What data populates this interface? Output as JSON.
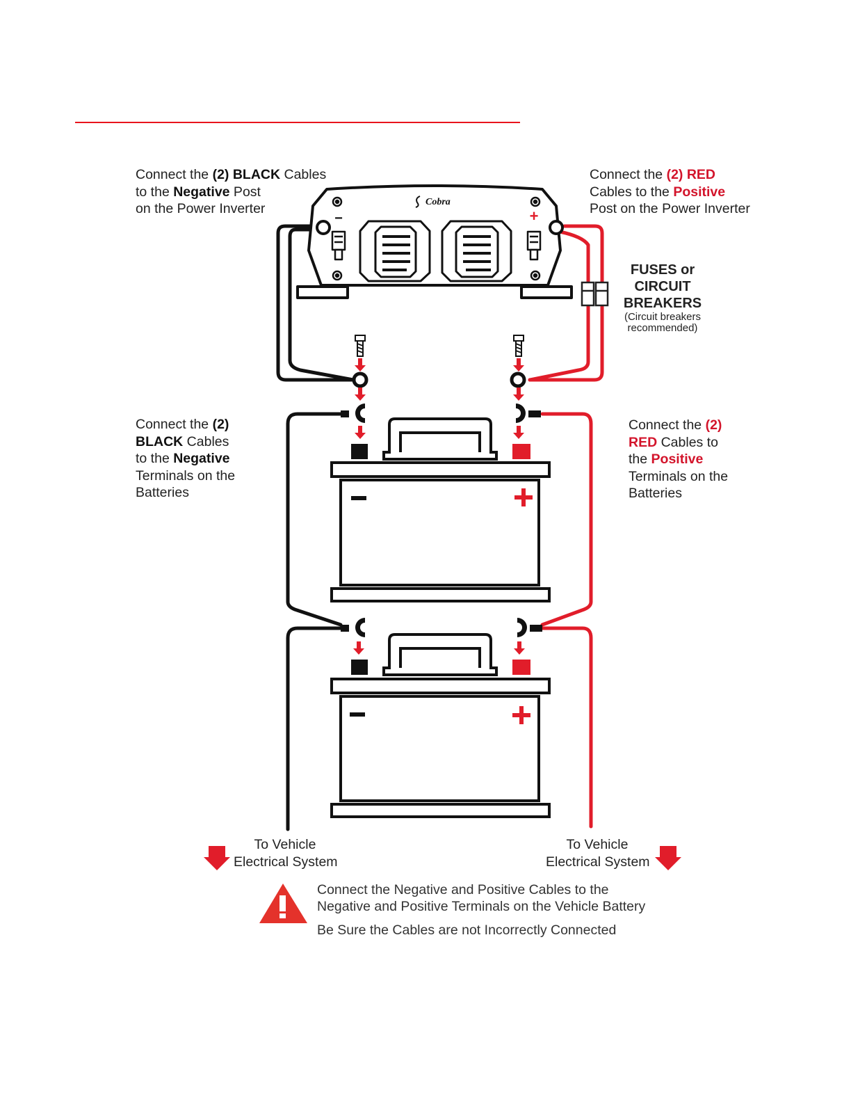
{
  "brand": "Cobra",
  "inverter": {
    "negative_symbol": "−",
    "positive_symbol": "+"
  },
  "labels": {
    "top_left": {
      "l1a": "Connect the ",
      "l1b": "(2) BLACK",
      "l1c": " Cables",
      "l2a": "to the ",
      "l2b": "Negative",
      "l2c": " Post",
      "l3": "on the Power Inverter"
    },
    "top_right": {
      "l1a": "Connect the ",
      "l1b": "(2) RED",
      "l2a": "Cables to the ",
      "l2b": "Positive",
      "l3": "Post on the Power Inverter"
    },
    "fuses": {
      "l1": "FUSES or",
      "l2": "CIRCUIT",
      "l3": "BREAKERS",
      "note1": "(Circuit breakers",
      "note2": "recommended)"
    },
    "mid_left": {
      "l1a": "Connect the ",
      "l1b": "(2)",
      "l2a": "BLACK",
      "l2b": " Cables",
      "l3a": "to the ",
      "l3b": "Negative",
      "l4": "Terminals on the",
      "l5": "Batteries"
    },
    "mid_right": {
      "l1a": "Connect the ",
      "l1b": "(2)",
      "l2a": "RED",
      "l2b": " Cables to",
      "l3a": "the ",
      "l3b": "Positive",
      "l4": "Terminals on the",
      "l5": "Batteries"
    },
    "vehicle_left": {
      "l1": "To Vehicle",
      "l2": "Electrical System"
    },
    "vehicle_right": {
      "l1": "To Vehicle",
      "l2": "Electrical System"
    }
  },
  "warning": {
    "line1": "Connect the Negative and Positive Cables to the",
    "line2": "Negative and Positive Terminals on the Vehicle Battery",
    "line3": "Be Sure the Cables are not Incorrectly Connected"
  },
  "colors": {
    "accent_red": "#e8141c",
    "cable_red": "#e11d2a",
    "cable_black": "#111111"
  }
}
